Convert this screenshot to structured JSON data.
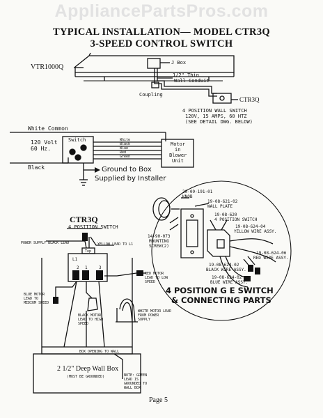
{
  "watermark": "AppliancePartsPros.com",
  "title_line1": "TYPICAL INSTALLATION— MODEL CTR3Q",
  "title_line2": "3-SPEED CONTROL SWITCH",
  "top": {
    "vtr_label": "VTR1000Q",
    "box_label": "J Box",
    "conduit_label_1": "1/2\" Thin",
    "conduit_label_2": "Wall Conduit",
    "coupling_label": "Coupling",
    "ctr_label": "CTR3Q",
    "spec_1": "4 POSITION WALL SWITCH",
    "spec_2": "120V, 15 AMPS, 60 HTZ",
    "spec_3": "(SEE DETAIL DWG. BELOW)"
  },
  "wiring": {
    "white_common": "White Common",
    "volt_1": "120 Volt",
    "volt_2": "60 Hz.",
    "black": "Black",
    "switch": "Switch",
    "wire_white": "White",
    "wire_black": "Black",
    "wire_blue": "Blue",
    "wire_red": "Red",
    "wire_green": "Green",
    "motor_1": "Motor",
    "motor_2": "in",
    "motor_3": "Blower",
    "motor_4": "Unit",
    "ground_1": "Ground to Box",
    "ground_2": "Supplied by Installer"
  },
  "detail": {
    "heading": "CTR3Q",
    "subheading": "4 POSITION SWITCH",
    "power_supply": "POWER SUPPLY BLACK LEAD",
    "yellow_lead": "YELLOW LEAD TO L1",
    "top": "Top",
    "l1": "L1",
    "t2": "2",
    "t1": "1",
    "t3": "3",
    "red_motor": "RED MOTOR LEAD TO LOW SPEED",
    "blue_motor": "BLUE MOTOR LEAD TO MEDIUM SPEED",
    "black_motor": "BLACK MOTOR LEAD TO HIGH SPEED",
    "white_motor": "WHITE MOTOR LEAD FROM POWER SUPPLY",
    "box_opening": "BOX OPENING TO WALL",
    "wall_box_1": "2 1/2\" Deep Wall Box",
    "wall_box_2": "(MUST BE GROUNDED)",
    "green_lead": "NOTE: GREEN LEAD IS GROUNDED TO WALL BOX"
  },
  "parts": {
    "knob_no": "20-09-191-01",
    "knob": "KNOB",
    "plate_no": "19-08-621-02",
    "plate": "WALL PLATE",
    "switch_no": "19-08-620",
    "switch": "4 POSITION SWITCH",
    "yellow_no": "19-08-624-04",
    "yellow": "YELLOW WIRE ASSY.",
    "screw_no": "14-90-073",
    "screw_1": "MOUNTING",
    "screw_2": "SCREW(2)",
    "red_no": "19-08-624-06",
    "red": "RED WIRE ASSY.",
    "black_no": "19-08-624-02",
    "black": "BLACK WIRE ASSY.",
    "blue_no": "19-08-624-02",
    "blue": "BLUE WIRE ASSY.",
    "caption_1": "4 POSITION G E SWITCH",
    "caption_2": "& CONNECTING PARTS"
  },
  "page_label": "Page 5"
}
